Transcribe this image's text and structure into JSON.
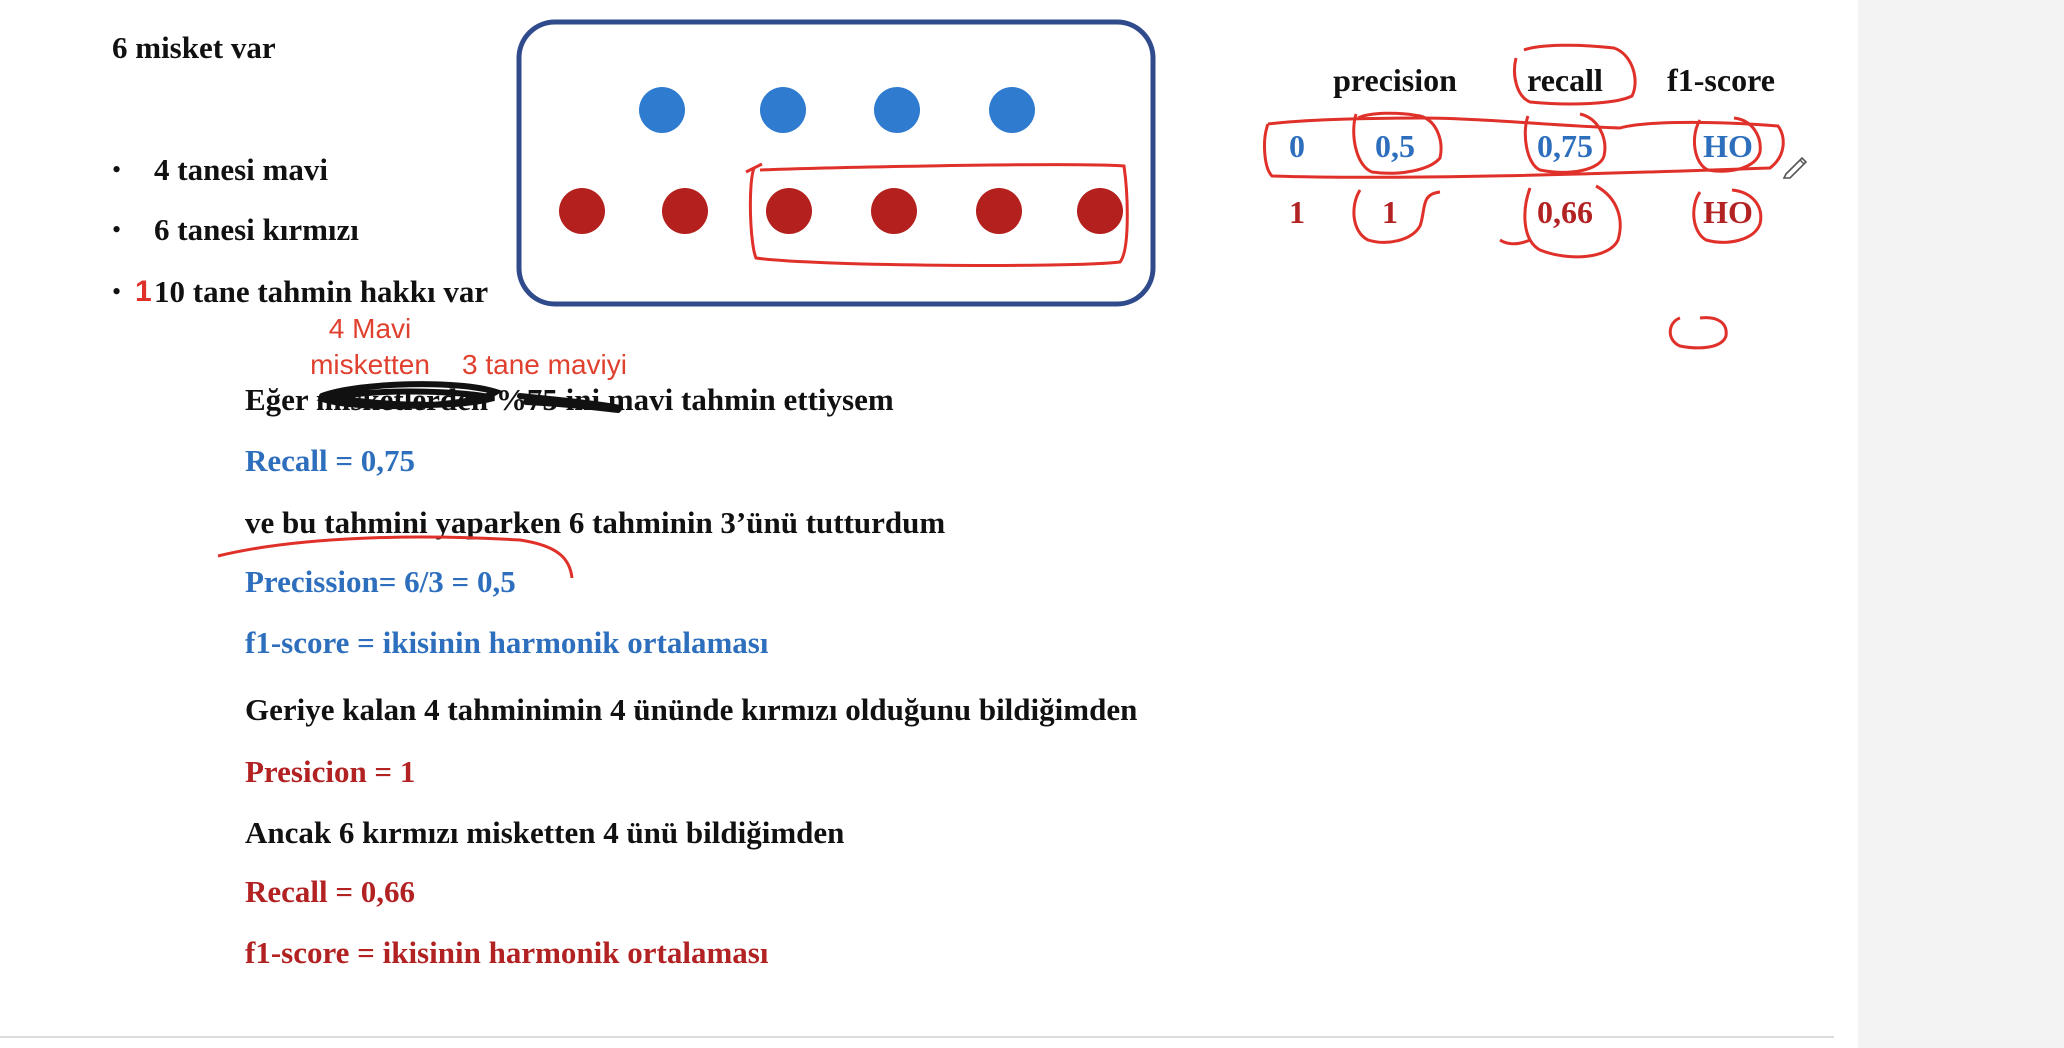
{
  "heading": "6 misket var",
  "bullets": [
    "4 tanesi mavi",
    "6 tanesi kırmızı",
    "10 tane tahmin hakkı var"
  ],
  "bullet_glyph": "•",
  "handwritten": {
    "note_left_line1": "4 Mavi",
    "note_left_line2": "misketten",
    "note_right": "3 tane maviyi",
    "correction_mark": "1"
  },
  "marbles": {
    "blue_count": 4,
    "red_count": 6,
    "blue_color": "#2e7bd0",
    "red_color": "#b3201d",
    "frame_color": "#2f4b8c"
  },
  "table": {
    "headers": [
      "precision",
      "recall",
      "f1-score"
    ],
    "rows": [
      {
        "label": "0",
        "precision": "0,5",
        "recall": "0,75",
        "f1": "HO",
        "color": "#2e6fbd"
      },
      {
        "label": "1",
        "precision": "1",
        "recall": "0,66",
        "f1": "HO",
        "color": "#b22222"
      }
    ]
  },
  "lines": {
    "eger_prefix": "Eğer",
    "eger_struck1": "misketlerden",
    "eger_struck2": "%75",
    "eger_suffix": "ini mavi tahmin ettiysem",
    "recall_blue": "Recall = 0,75",
    "ve_bu": "ve bu tahmini yaparken 6 tahminin 3’ünü tutturdum",
    "precission_blue": "Precission= 6/3 = 0,5",
    "f1_blue": "f1-score = ikisinin harmonik ortalaması",
    "geriye": "Geriye kalan 4 tahminimin 4 ününde kırmızı olduğunu bildiğimden",
    "presicion_red": "Presicion = 1",
    "ancak": "Ancak 6 kırmızı misketten 4 ünü bildiğimden",
    "recall_red": "Recall = 0,66",
    "f1_red": "f1-score = ikisinin harmonik ortalaması"
  },
  "colors": {
    "blue_text": "#2e6fbd",
    "red_text": "#b22222",
    "annotation_red": "#e0402e",
    "scribble_black": "#111111"
  },
  "icons": [
    "pencil-cursor-icon"
  ]
}
